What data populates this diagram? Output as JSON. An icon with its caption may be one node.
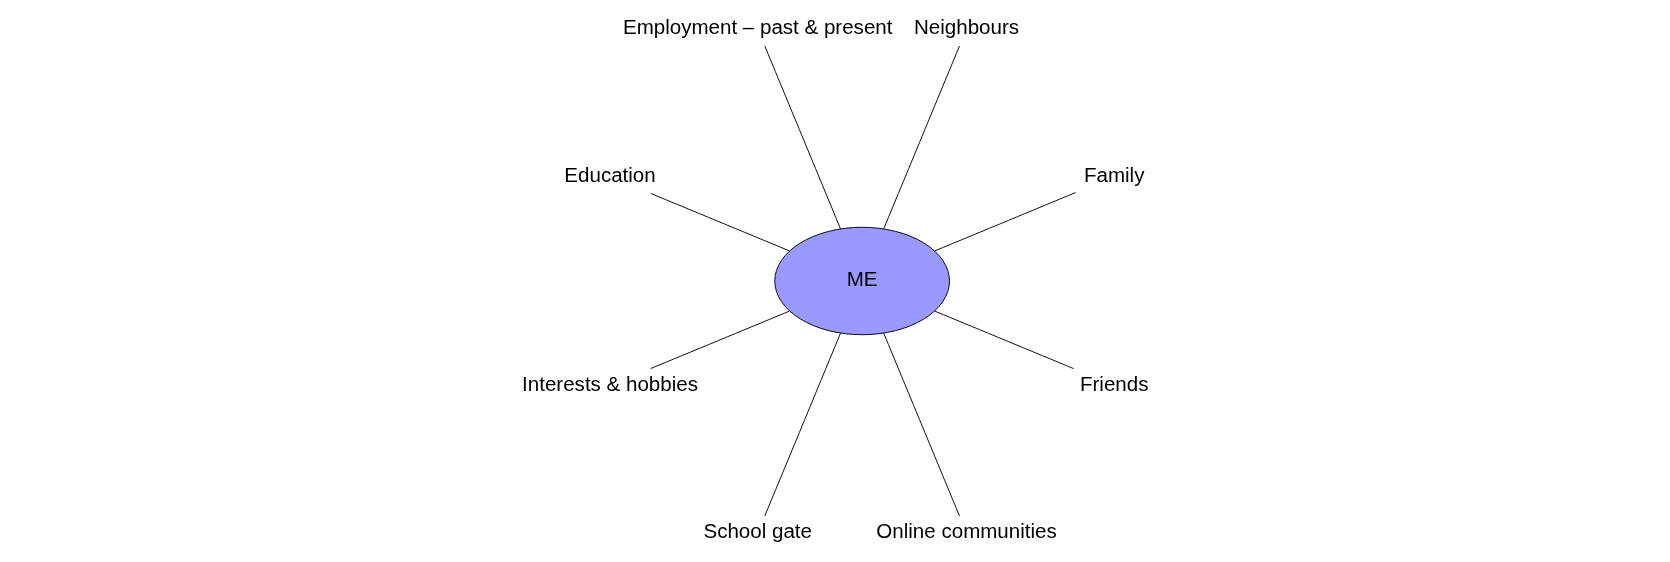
{
  "diagram": {
    "nodes": [
      {
        "text": [
          "Family"
        ]
      },
      {
        "text": [
          "Neighbours"
        ]
      },
      {
        "text": [
          "Employment – past & present"
        ]
      },
      {
        "text": [
          "Education"
        ]
      },
      {
        "text": [
          "ME"
        ]
      },
      {
        "text": [
          "Interests & hobbies"
        ]
      },
      {
        "text": [
          "School gate"
        ]
      },
      {
        "text": [
          "Online communities"
        ]
      },
      {
        "text": [
          "Friends"
        ]
      }
    ],
    "edges": [
      {
        "from": 4,
        "to": 0,
        "arrow": "none"
      },
      {
        "from": 4,
        "to": 2,
        "arrow": "none"
      },
      {
        "from": 4,
        "to": 5,
        "arrow": "none"
      },
      {
        "from": 4,
        "to": 6,
        "arrow": "none"
      },
      {
        "from": 4,
        "to": 8,
        "arrow": "none"
      },
      {
        "from": 4,
        "to": 7,
        "arrow": "none"
      },
      {
        "from": 4,
        "to": 3,
        "arrow": "none"
      },
      {
        "from": 4,
        "to": 1,
        "arrow": "none"
      }
    ]
  }
}
